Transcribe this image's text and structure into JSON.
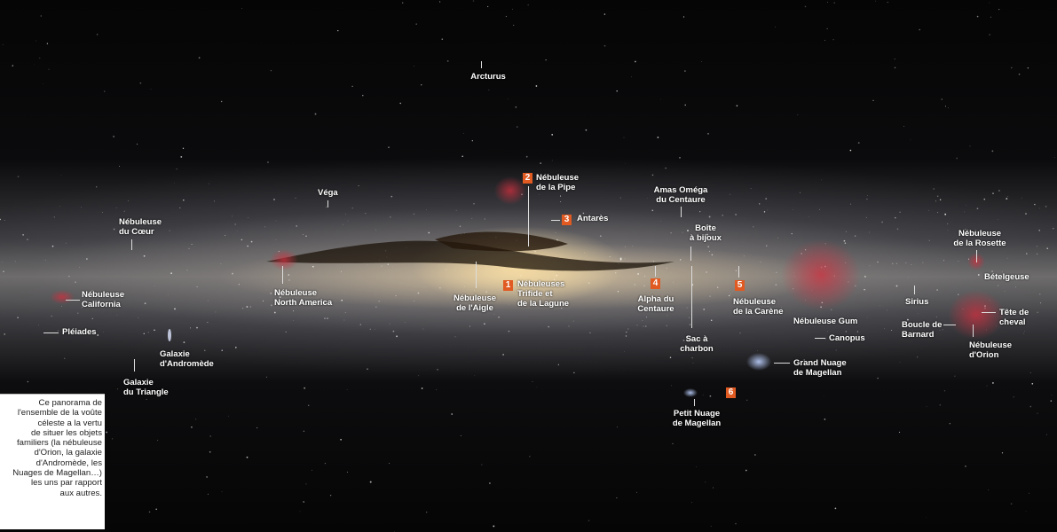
{
  "labels": {
    "arcturus": "Arcturus",
    "vega": "Véga",
    "coeur": "Nébuleuse\ndu Cœur",
    "california": "Nébuleuse\nCalifornia",
    "pleiades": "Pléiades",
    "andromeda": "Galaxie\nd'Andromède",
    "triangle": "Galaxie\ndu Triangle",
    "north_america": "Nébuleuse\nNorth America",
    "aigle": "Nébuleuse\nde l'Aigle",
    "trifide": "Nébuleuses\nTrifide et\nde la Lagune",
    "pipe": "Nébuleuse\nde la Pipe",
    "antares": "Antarès",
    "omega_centauri": "Amas Oméga\ndu Centaure",
    "boite_bijoux": "Boîte\nà bijoux",
    "alpha_centauri": "Alpha du\nCentaure",
    "sac_charbon": "Sac à\ncharbon",
    "carene": "Nébuleuse\nde la Carène",
    "gum": "Nébuleuse Gum",
    "canopus": "Canopus",
    "grand_nuage": "Grand Nuage\nde Magellan",
    "petit_nuage": "Petit Nuage\nde Magellan",
    "sirius": "Sirius",
    "rosette": "Nébuleuse\nde la Rosette",
    "betelgeuse": "Bételgeuse",
    "barnard": "Boucle de\nBarnard",
    "tete_cheval": "Tête de\ncheval",
    "orion": "Nébuleuse\nd'Orion"
  },
  "markers": {
    "m1": "1",
    "m2": "2",
    "m3": "3",
    "m4": "4",
    "m5": "5",
    "m6": "6"
  },
  "colors": {
    "marker": "#e05a22",
    "nebula": "#c8283a",
    "caption_bg": "#ffffff"
  },
  "caption": "Ce panorama de\nl'ensemble de la voûte\ncéleste a la vertu\nde situer les objets\nfamiliers (la nébuleuse\nd'Orion, la galaxie\nd'Andromède, les\nNuages de Magellan…)\nles uns par rapport\naux autres."
}
